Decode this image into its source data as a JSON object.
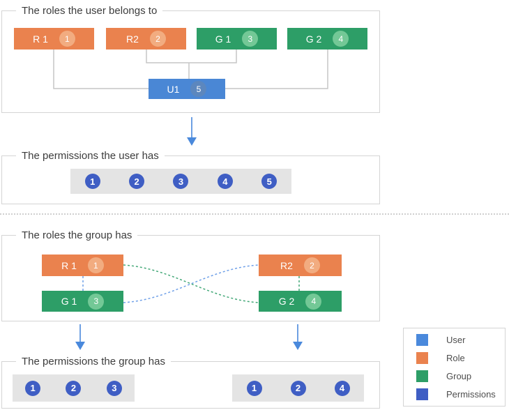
{
  "colors": {
    "user": "#4A87D5",
    "role": "#EA824E",
    "group": "#2D9E67",
    "permission": "#3F5EC4",
    "userBadge": "#5C87BE",
    "roleBadge": "#F2AC80",
    "groupBadge": "#73C896",
    "arrow": "#4A89DC",
    "border": "#D4D4D4",
    "connector": "#C6C6C6",
    "bar": "#E4E4E4",
    "dashBlue": "#6FA0E8",
    "dashGreen": "#44A878",
    "title": "#3C3C3C",
    "legendText": "#4D4D4D"
  },
  "panels": {
    "user_roles": {
      "title": "The roles the user belongs to",
      "roles": [
        {
          "label": "R 1",
          "badge": "1",
          "type": "role"
        },
        {
          "label": "R2",
          "badge": "2",
          "type": "role"
        },
        {
          "label": "G 1",
          "badge": "3",
          "type": "group"
        },
        {
          "label": "G 2",
          "badge": "4",
          "type": "group"
        }
      ],
      "user": {
        "label": "U1",
        "badge": "5",
        "type": "user"
      }
    },
    "user_permissions": {
      "title": "The permissions the user has",
      "items": [
        "1",
        "2",
        "3",
        "4",
        "5"
      ]
    },
    "group_roles": {
      "title": "The roles the group has",
      "roles": [
        {
          "label": "R 1",
          "badge": "1",
          "type": "role"
        },
        {
          "label": "R2",
          "badge": "2",
          "type": "role"
        },
        {
          "label": "G 1",
          "badge": "3",
          "type": "group"
        },
        {
          "label": "G 2",
          "badge": "4",
          "type": "group"
        }
      ]
    },
    "group_permissions": {
      "title": "The permissions the group has",
      "group1_items": [
        "1",
        "2",
        "3"
      ],
      "group2_items": [
        "1",
        "2",
        "4"
      ]
    }
  },
  "legend": {
    "items": [
      {
        "label": "User",
        "color": "#4A89DC"
      },
      {
        "label": "Role",
        "color": "#EA824E"
      },
      {
        "label": "Group",
        "color": "#2D9E67"
      },
      {
        "label": "Permissions",
        "color": "#3F5EC4"
      }
    ]
  }
}
